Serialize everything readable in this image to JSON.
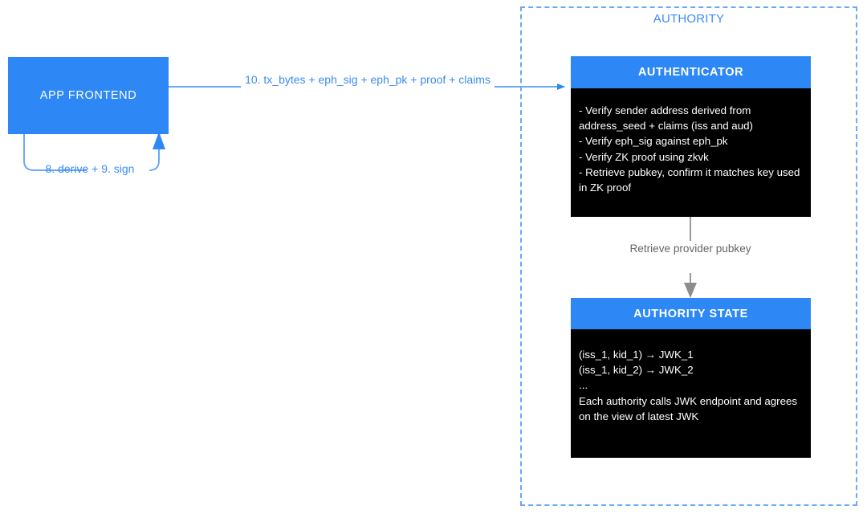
{
  "diagram": {
    "title_group": "AUTHORITY",
    "nodes": {
      "app_frontend": {
        "label": "APP FRONTEND"
      },
      "authenticator": {
        "header": "AUTHENTICATOR",
        "body": "- Verify sender address derived from address_seed + claims (iss and aud)\n- Verify eph_sig against eph_pk\n- Verify ZK proof using zkvk\n- Retrieve pubkey, confirm it matches key used in ZK proof"
      },
      "authority_state": {
        "header": "AUTHORITY STATE",
        "body": "(iss_1, kid_1) → JWK_1\n(iss_1, kid_2) → JWK_2\n...\nEach authority calls JWK endpoint and agrees on the view of latest JWK"
      }
    },
    "edges": {
      "frontend_to_authenticator": "10. tx_bytes + eph_sig + eph_pk + proof + claims",
      "frontend_self_loop": "8. derive + 9. sign",
      "authenticator_to_state": "Retrieve provider pubkey"
    },
    "colors": {
      "accent_blue": "#2d88f5",
      "dashed_border_blue": "#6aa9f7",
      "edge_blue": "#6aa9f7",
      "gray_edge": "#999999",
      "gray_text": "#666666",
      "body_background": "#000000",
      "body_text": "#ffffff"
    }
  }
}
